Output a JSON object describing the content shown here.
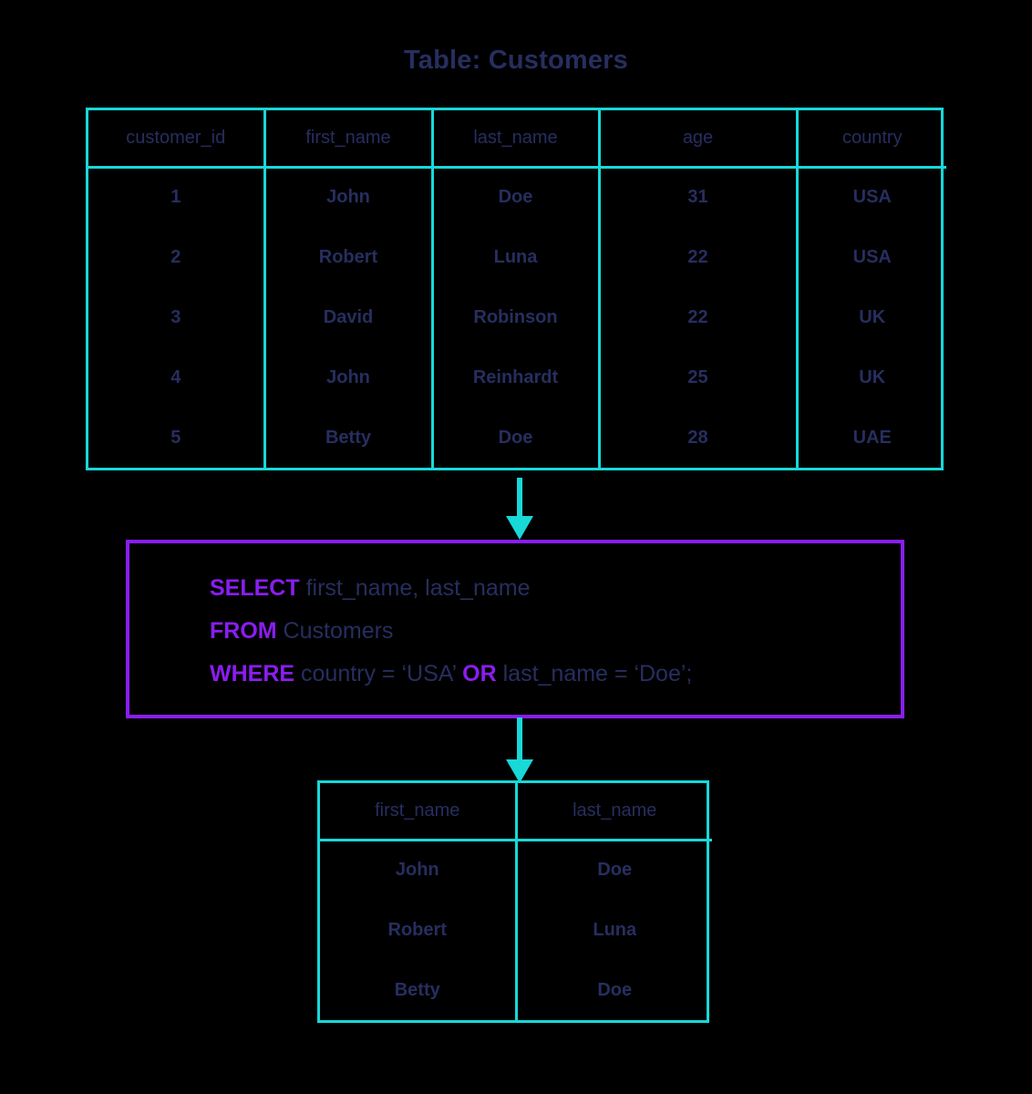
{
  "title": "Table: Customers",
  "source_table": {
    "name": "Customers",
    "columns": [
      "customer_id",
      "first_name",
      "last_name",
      "age",
      "country"
    ],
    "rows": [
      [
        "1",
        "John",
        "Doe",
        "31",
        "USA"
      ],
      [
        "2",
        "Robert",
        "Luna",
        "22",
        "USA"
      ],
      [
        "3",
        "David",
        "Robinson",
        "22",
        "UK"
      ],
      [
        "4",
        "John",
        "Reinhardt",
        "25",
        "UK"
      ],
      [
        "5",
        "Betty",
        "Doe",
        "28",
        "UAE"
      ]
    ]
  },
  "query": {
    "line1": {
      "keyword": "SELECT",
      "rest": " first_name, last_name"
    },
    "line2": {
      "keyword": "FROM",
      "rest": " Customers"
    },
    "line3": {
      "keyword": "WHERE",
      "rest": " country = ‘USA’ ",
      "keyword2": "OR",
      "rest2": " last_name = ‘Doe’;"
    }
  },
  "result_table": {
    "columns": [
      "first_name",
      "last_name"
    ],
    "rows": [
      [
        "John",
        "Doe"
      ],
      [
        "Robert",
        "Luna"
      ],
      [
        "Betty",
        "Doe"
      ]
    ]
  },
  "colors": {
    "accent_cyan": "#18d8d8",
    "accent_purple": "#8a1df0",
    "text_navy": "#272e5f",
    "background": "#000000"
  },
  "arrows": {
    "arrow_1_label": "flows-to-query",
    "arrow_2_label": "flows-to-result"
  }
}
